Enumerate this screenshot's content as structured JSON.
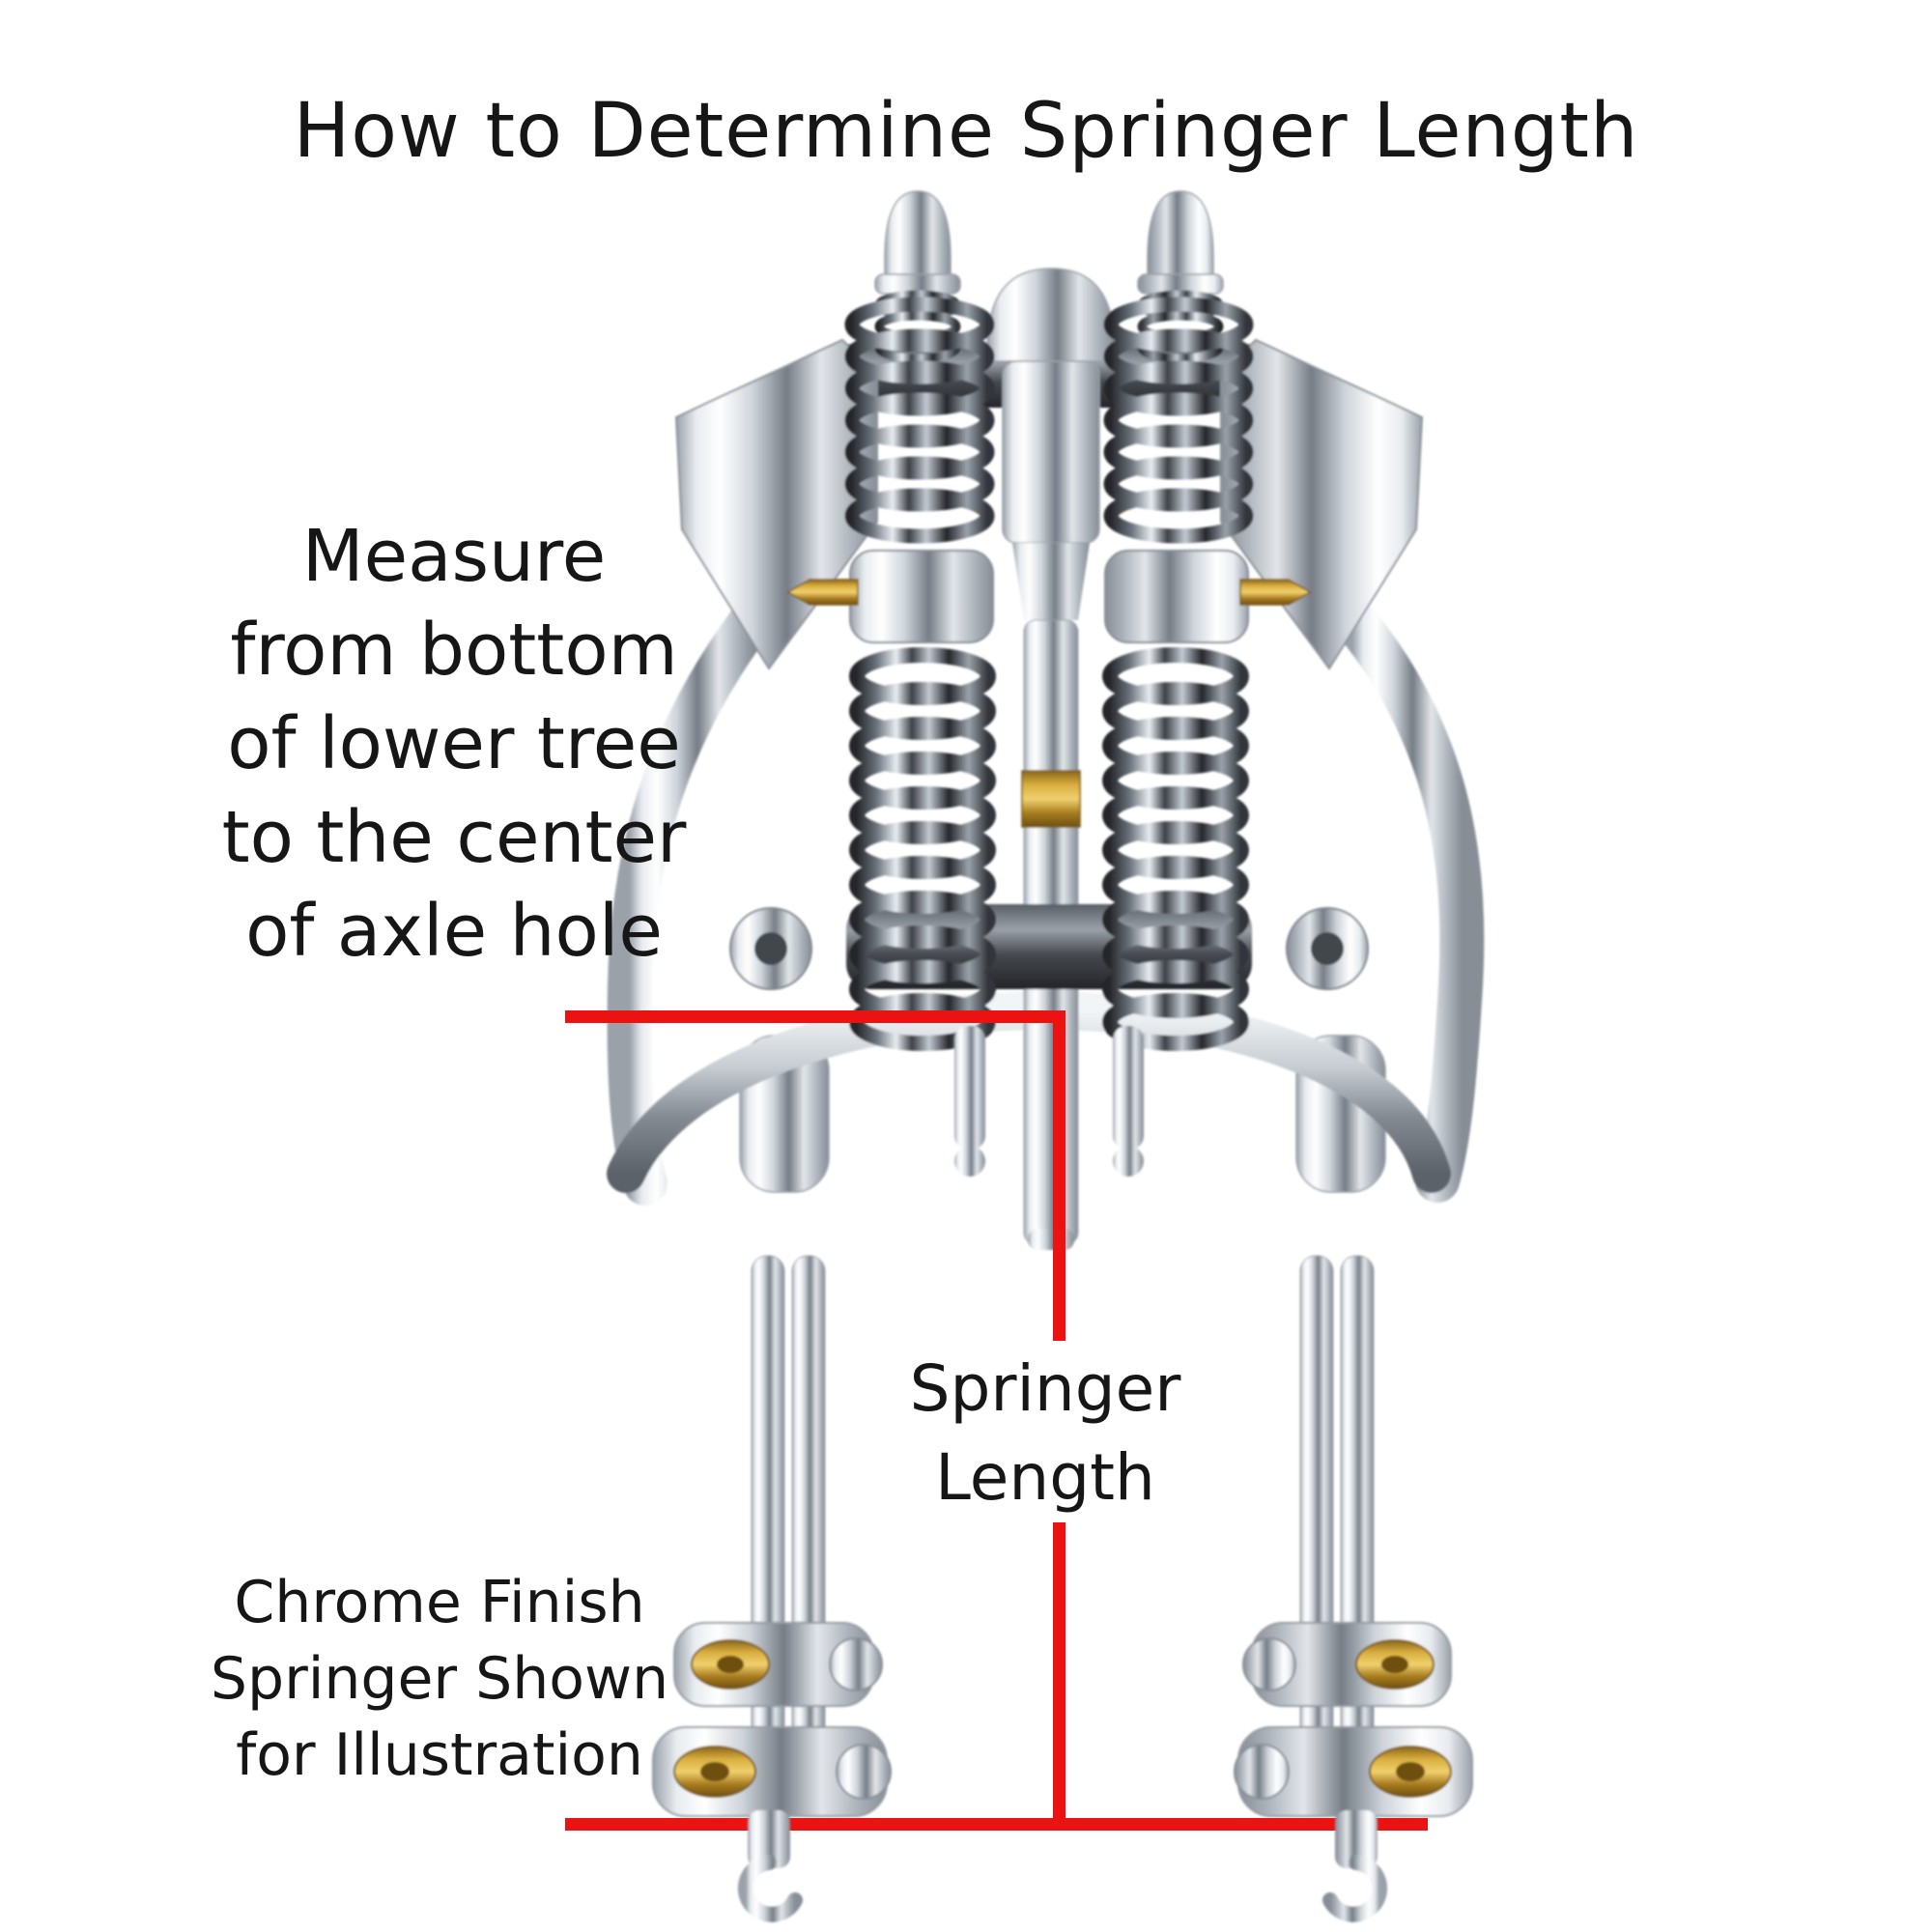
{
  "title": "How to Determine Springer Length",
  "annotations": {
    "measure_note": {
      "lines": [
        "Measure",
        "from bottom",
        "of lower tree",
        "to the center",
        "of axle hole"
      ]
    },
    "dimension_label": {
      "lines": [
        "Springer",
        "Length"
      ]
    },
    "footnote": {
      "lines": [
        "Chrome Finish",
        "Springer Shown",
        "for Illustration"
      ]
    }
  },
  "illustration": {
    "subject": "chrome springer front end photo with coil springs, trees, fork legs, rockers and axle drops"
  },
  "colors": {
    "background": "#ffffff",
    "text": "#161616",
    "measurement_line_red": "#ec1212",
    "brass_fitting": "#d9ae3e",
    "chrome_light": "#f2f5f7",
    "chrome_dark": "#70767e"
  }
}
